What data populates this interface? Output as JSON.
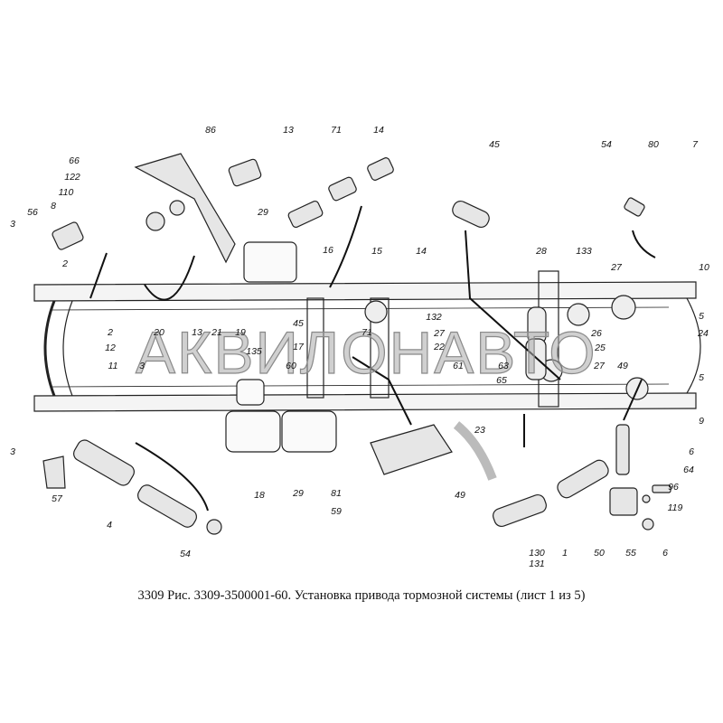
{
  "caption": "3309 Рис. 3309-3500001-60. Установка привода тормозной системы (лист 1 из 5)",
  "watermark": "АКВИЛОНАВТО",
  "callouts": [
    "86",
    "13",
    "71",
    "14",
    "45",
    "54",
    "80",
    "7",
    "66",
    "122",
    "110",
    "8",
    "56",
    "3",
    "2",
    "29",
    "16",
    "15",
    "14",
    "28",
    "133",
    "27",
    "10",
    "2",
    "12",
    "13",
    "19",
    "20",
    "21",
    "45",
    "135",
    "17",
    "60",
    "71",
    "132",
    "27",
    "22",
    "61",
    "26",
    "24",
    "25",
    "63",
    "27",
    "65",
    "49",
    "5",
    "5",
    "11",
    "3",
    "23",
    "9",
    "6",
    "64",
    "3",
    "57",
    "4",
    "54",
    "18",
    "29",
    "81",
    "59",
    "49",
    "96",
    "119",
    "130",
    "131",
    "1",
    "50",
    "55",
    "6"
  ]
}
